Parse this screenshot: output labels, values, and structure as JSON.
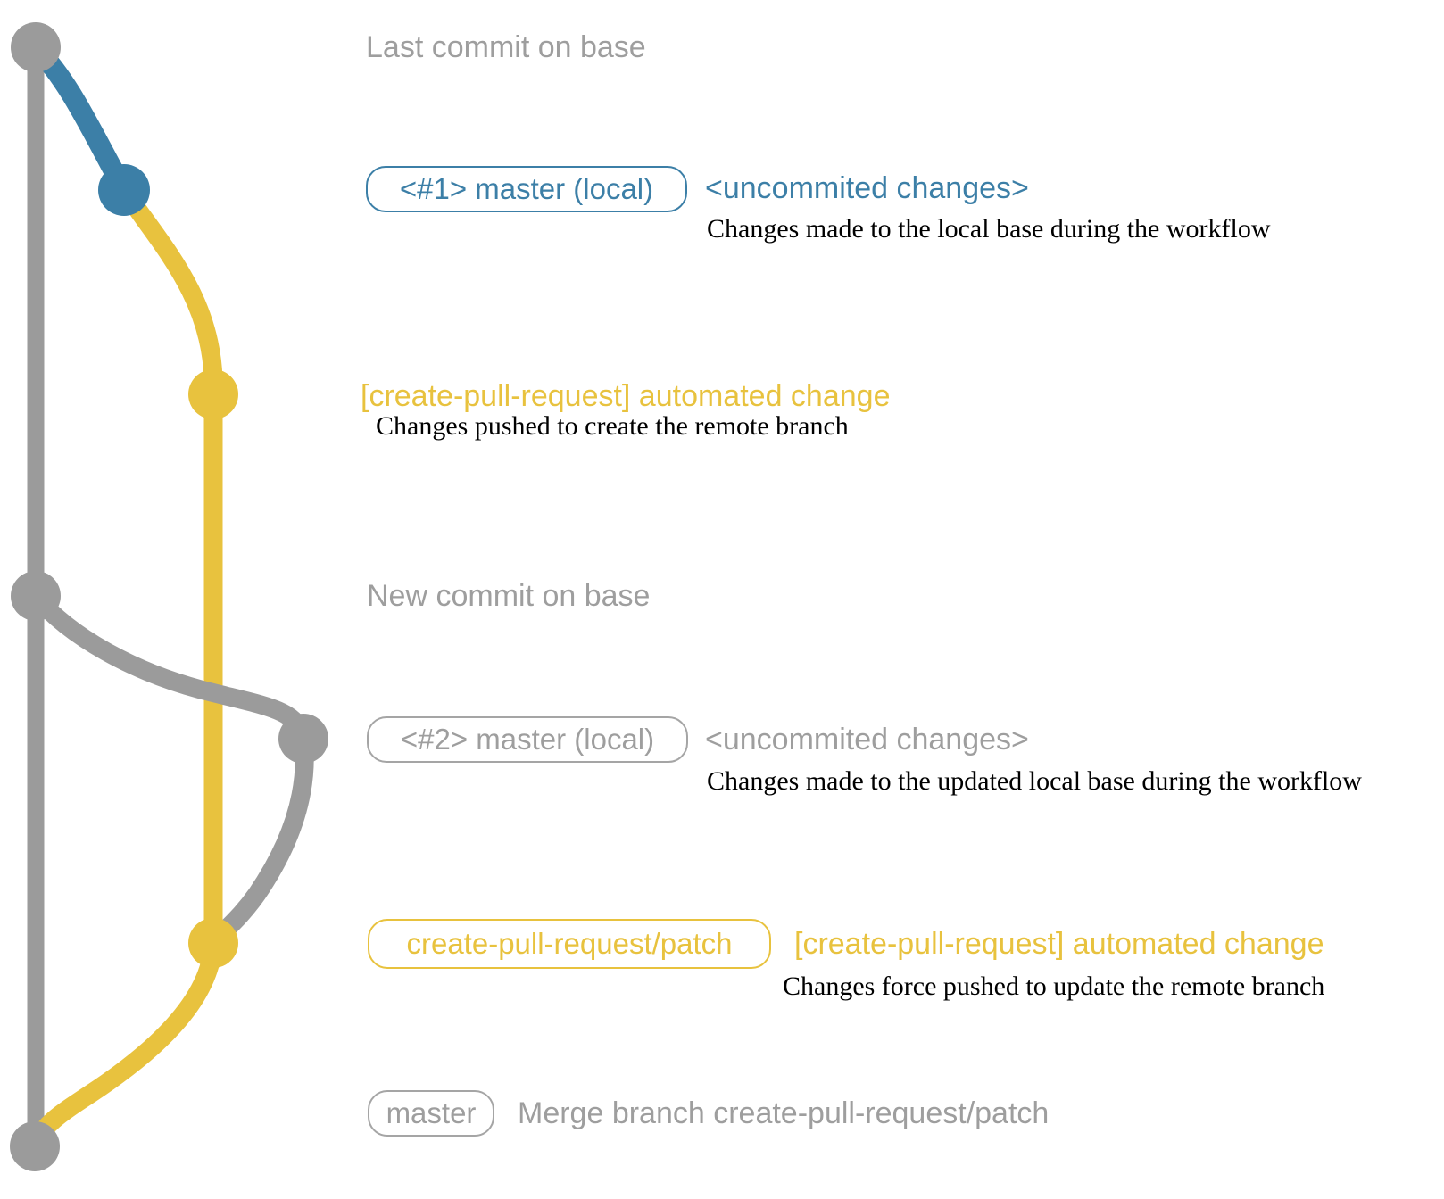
{
  "diagram_title": "git branch workflow graph",
  "colors": {
    "base_branch": "#9b9b9b",
    "local_branch_1": "#3c7fa7",
    "pull_request_branch": "#e8c23e",
    "label_gray": "#9e9e9e",
    "annotation_black": "#000000"
  },
  "rows": [
    {
      "label": "Last commit on base"
    },
    {
      "badge": "<#1> master (local)",
      "title": "<uncommited changes>",
      "description": "Changes made to the local base during the workflow"
    },
    {
      "title": "[create-pull-request] automated change",
      "description": "Changes pushed to create the remote branch"
    },
    {
      "label": "New commit on base"
    },
    {
      "badge": "<#2> master (local)",
      "title": "<uncommited changes>",
      "description": "Changes made to the updated local base during the workflow"
    },
    {
      "badge": "create-pull-request/patch",
      "title": "[create-pull-request] automated change",
      "description": "Changes force pushed to update the remote branch"
    },
    {
      "badge": "master",
      "label": "Merge branch create-pull-request/patch"
    }
  ],
  "commits": [
    {
      "name": "last-commit-on-base",
      "branch": "base"
    },
    {
      "name": "local-master-1",
      "branch": "local-master"
    },
    {
      "name": "automated-change-1",
      "branch": "create-pull-request-patch"
    },
    {
      "name": "new-commit-on-base",
      "branch": "base"
    },
    {
      "name": "local-master-2",
      "branch": "local-master-2"
    },
    {
      "name": "automated-change-2",
      "branch": "create-pull-request-patch"
    },
    {
      "name": "merge-commit",
      "branch": "base"
    }
  ]
}
